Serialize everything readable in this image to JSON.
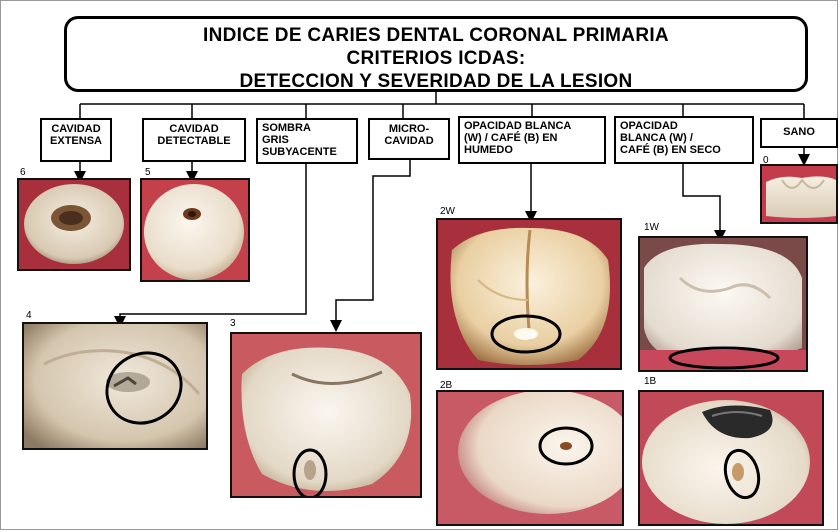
{
  "title": {
    "line1": "INDICE DE CARIES DENTAL CORONAL PRIMARIA",
    "line2": "CRITERIOS ICDAS:",
    "line3": "DETECCION Y SEVERIDAD DE LA LESION"
  },
  "categories": [
    {
      "lines": [
        "CAVIDAD",
        "EXTENSA"
      ]
    },
    {
      "lines": [
        "CAVIDAD",
        "DETECTABLE"
      ]
    },
    {
      "lines": [
        "SOMBRA",
        "GRIS",
        "SUBYACENTE"
      ]
    },
    {
      "lines": [
        "MICRO-",
        "CAVIDAD"
      ]
    },
    {
      "lines": [
        "OPACIDAD BLANCA",
        "(W) / CAFÉ (B) EN",
        "HUMEDO"
      ]
    },
    {
      "lines": [
        "OPACIDAD",
        "BLANCA (W) /",
        "CAFÉ (B) EN SECO"
      ]
    },
    {
      "lines": [
        "SANO"
      ]
    }
  ],
  "codes": {
    "c6": "6",
    "c5": "5",
    "c4": "4",
    "c3": "3",
    "c2w": "2W",
    "c2b": "2B",
    "c1w": "1W",
    "c1b": "1B",
    "c0": "0"
  },
  "colors": {
    "gum": "#b8313f",
    "tooth": "#efe6d6",
    "shadow": "#a89478",
    "lesion_outline": "#000000"
  }
}
